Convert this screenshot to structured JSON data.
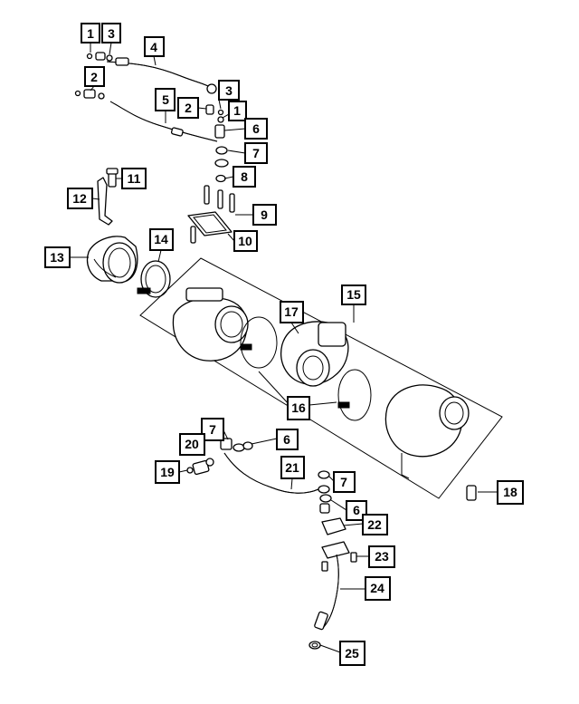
{
  "diagram": {
    "callouts": [
      {
        "id": "c1a",
        "label": "1"
      },
      {
        "id": "c3a",
        "label": "3"
      },
      {
        "id": "c4",
        "label": "4"
      },
      {
        "id": "c2a",
        "label": "2"
      },
      {
        "id": "c5",
        "label": "5"
      },
      {
        "id": "c2b",
        "label": "2"
      },
      {
        "id": "c3b",
        "label": "3"
      },
      {
        "id": "c1b",
        "label": "1"
      },
      {
        "id": "c6a",
        "label": "6"
      },
      {
        "id": "c7a",
        "label": "7"
      },
      {
        "id": "c8",
        "label": "8"
      },
      {
        "id": "c11",
        "label": "11"
      },
      {
        "id": "c12",
        "label": "12"
      },
      {
        "id": "c9",
        "label": "9"
      },
      {
        "id": "c10",
        "label": "10"
      },
      {
        "id": "c13",
        "label": "13"
      },
      {
        "id": "c14",
        "label": "14"
      },
      {
        "id": "c15",
        "label": "15"
      },
      {
        "id": "c17",
        "label": "17"
      },
      {
        "id": "c16",
        "label": "16"
      },
      {
        "id": "c7b",
        "label": "7"
      },
      {
        "id": "c20",
        "label": "20"
      },
      {
        "id": "c6b",
        "label": "6"
      },
      {
        "id": "c19",
        "label": "19"
      },
      {
        "id": "c21",
        "label": "21"
      },
      {
        "id": "c7c",
        "label": "7"
      },
      {
        "id": "c6c",
        "label": "6"
      },
      {
        "id": "c18",
        "label": "18"
      },
      {
        "id": "c22",
        "label": "22"
      },
      {
        "id": "c23",
        "label": "23"
      },
      {
        "id": "c24",
        "label": "24"
      },
      {
        "id": "c25",
        "label": "25"
      }
    ]
  }
}
